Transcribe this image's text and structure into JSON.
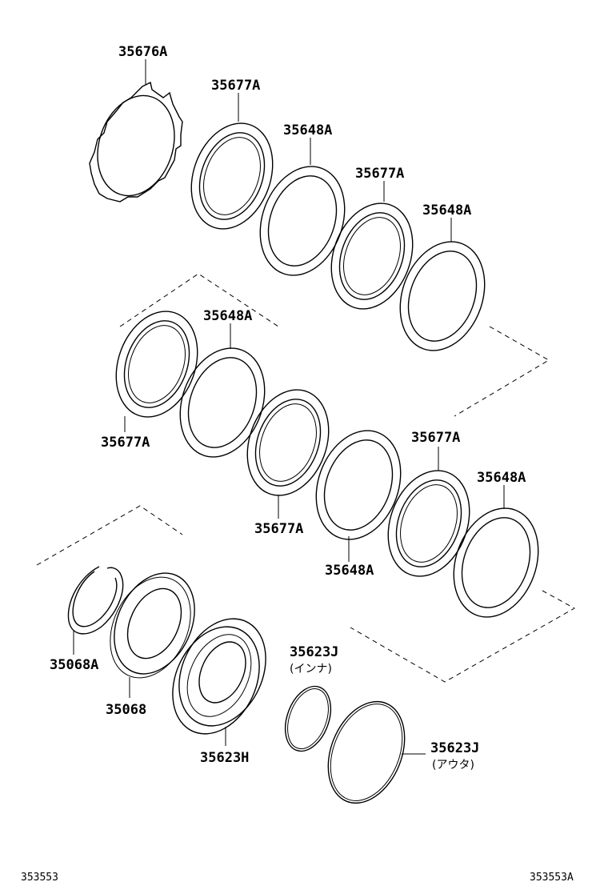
{
  "labels": {
    "p35676a": "35676A",
    "p35677a_1": "35677A",
    "p35648a_1": "35648A",
    "p35677a_2": "35677A",
    "p35648a_2": "35648A",
    "p35648a_3": "35648A",
    "p35677a_3": "35677A",
    "p35677a_4": "35677A",
    "p35677a_5": "35677A",
    "p35648a_4": "35648A",
    "p35648a_5": "35648A",
    "p35068a": "35068A",
    "p35068": "35068",
    "p35623h": "35623H",
    "p35623j_inner": "35623J",
    "p35623j_inner_note": "(インナ)",
    "p35623j_outer": "35623J",
    "p35623j_outer_note": "(アウタ)"
  },
  "footer": {
    "left_code": "353553",
    "right_code": "353553A"
  }
}
